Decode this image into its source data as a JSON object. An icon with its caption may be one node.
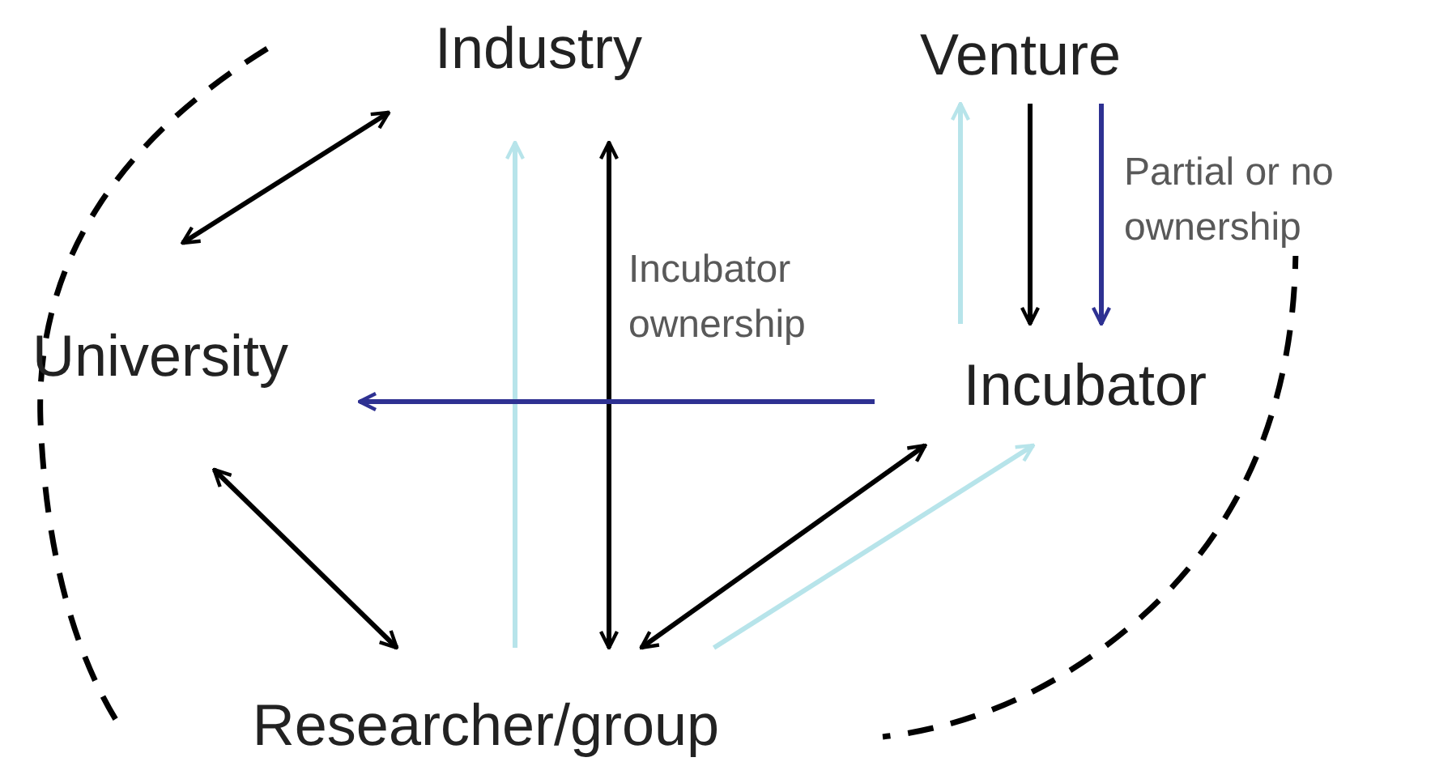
{
  "diagram": {
    "nodes": [
      {
        "text": [
          "Industry"
        ]
      },
      {
        "text": [
          "Venture"
        ]
      },
      {
        "text": [
          "University"
        ]
      },
      {
        "text": [
          "Incubator"
        ]
      },
      {
        "text": [
          "Researcher/group"
        ]
      }
    ],
    "edges": [
      {
        "from": 2,
        "to": 0,
        "arrow": "both"
      },
      {
        "from": 4,
        "to": 0,
        "arrow": "to",
        "color": "#b7e4ea"
      },
      {
        "from": 0,
        "to": 4,
        "arrow": "both"
      },
      {
        "from": 3,
        "to": 1,
        "arrow": "to",
        "color": "#b7e4ea"
      },
      {
        "from": 1,
        "to": 3,
        "arrow": "to"
      },
      {
        "from": 1,
        "to": 3,
        "arrow": "to",
        "color": "#2e3192",
        "label": "Partial or no ownership"
      },
      {
        "from": 3,
        "to": 2,
        "arrow": "to",
        "color": "#2e3192",
        "label": "Incubator ownership"
      },
      {
        "from": 2,
        "to": 4,
        "arrow": "both"
      },
      {
        "from": 4,
        "to": 3,
        "arrow": "both"
      },
      {
        "from": 4,
        "to": 3,
        "arrow": "to",
        "color": "#b7e4ea"
      }
    ]
  }
}
